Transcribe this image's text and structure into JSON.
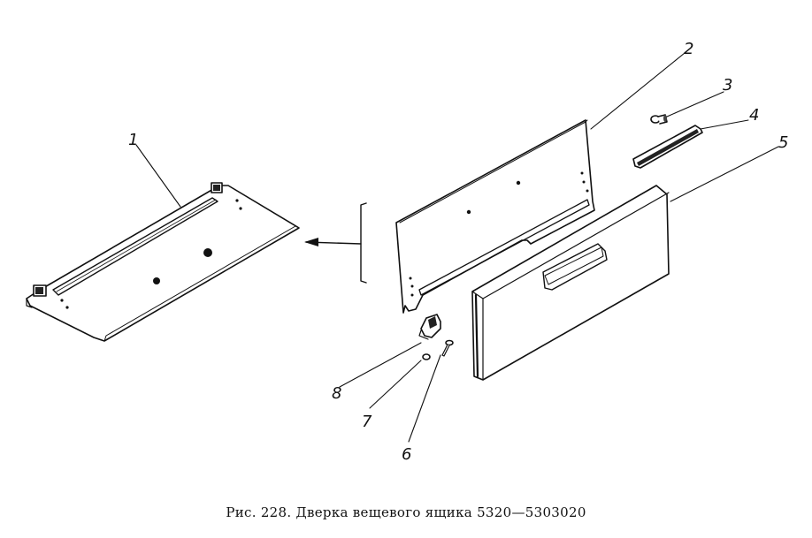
{
  "figure": {
    "caption": "Рис. 228. Дверка вещевого ящика 5320—5303020",
    "callouts": [
      {
        "number": "1",
        "part": "door-inner-panel"
      },
      {
        "number": "2",
        "part": "door-outer-panel"
      },
      {
        "number": "3",
        "part": "screw"
      },
      {
        "number": "4",
        "part": "handle-trim"
      },
      {
        "number": "5",
        "part": "door-cover"
      },
      {
        "number": "6",
        "part": "bolt"
      },
      {
        "number": "7",
        "part": "washer"
      },
      {
        "number": "8",
        "part": "bracket"
      }
    ]
  }
}
